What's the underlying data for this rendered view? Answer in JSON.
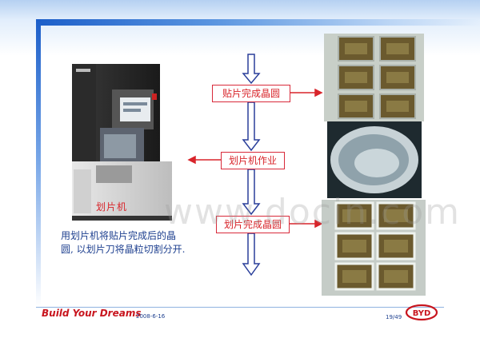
{
  "slide": {
    "machine_caption": "划片机",
    "description_line1": "用划片机将贴片完成后的晶",
    "description_line2": "圆, 以划片刀将晶粒切割分开.",
    "flow": {
      "step1": "贴片完成晶圆",
      "step2": "划片机作业",
      "step3": "划片完成晶圆"
    },
    "watermark": "www.docin.com"
  },
  "footer": {
    "brand": "Build Your Dreams",
    "date": "2008-6-16",
    "page": "19/49",
    "logo_text": "BYD"
  },
  "colors": {
    "accent_blue": "#1b5ec9",
    "flow_red": "#d8242a",
    "text_blue": "#1d3f8f"
  },
  "icons": [
    "dicing-machine-photo",
    "die-grid-photo",
    "wafer-photo",
    "diced-grid-photo",
    "byd-logo-icon"
  ]
}
